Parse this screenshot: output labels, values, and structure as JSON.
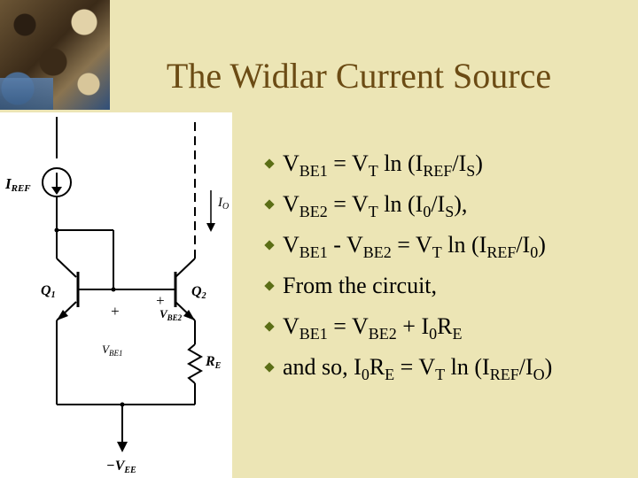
{
  "title": "The Widlar Current Source",
  "colors": {
    "background": "#ece5b5",
    "title": "#6b4b14",
    "bullet_marker": "#5b6e16"
  },
  "bullets": [
    [
      {
        "t": "V"
      },
      {
        "s": "BE1"
      },
      {
        "t": " = V"
      },
      {
        "s": "T"
      },
      {
        "t": " ln (I"
      },
      {
        "s": "REF"
      },
      {
        "t": "/I"
      },
      {
        "s": "S"
      },
      {
        "t": ")"
      }
    ],
    [
      {
        "t": "V"
      },
      {
        "s": "BE2"
      },
      {
        "t": " = V"
      },
      {
        "s": "T"
      },
      {
        "t": " ln (I"
      },
      {
        "s": "0"
      },
      {
        "t": "/I"
      },
      {
        "s": "S"
      },
      {
        "t": "),"
      }
    ],
    [
      {
        "t": "V"
      },
      {
        "s": "BE1"
      },
      {
        "t": " - V"
      },
      {
        "s": "BE2"
      },
      {
        "t": " = V"
      },
      {
        "s": "T"
      },
      {
        "t": " ln (I"
      },
      {
        "s": "REF"
      },
      {
        "t": "/I"
      },
      {
        "s": "0"
      },
      {
        "t": ")"
      }
    ],
    [
      {
        "t": "From the circuit,"
      }
    ],
    [
      {
        "t": "V"
      },
      {
        "s": "BE1"
      },
      {
        "t": " = V"
      },
      {
        "s": "BE2"
      },
      {
        "t": " + I"
      },
      {
        "s": "0"
      },
      {
        "t": "R"
      },
      {
        "s": "E"
      }
    ],
    [
      {
        "t": "and so, I"
      },
      {
        "s": "0"
      },
      {
        "t": "R"
      },
      {
        "s": "E"
      },
      {
        "t": " = V"
      },
      {
        "s": "T"
      },
      {
        "t": " ln (I"
      },
      {
        "s": "REF"
      },
      {
        "t": "/I"
      },
      {
        "s": "O"
      },
      {
        "t": ")"
      }
    ]
  ],
  "circuit": {
    "iref_main": "I",
    "iref_sub": "REF",
    "io_main": "I",
    "io_sub": "O",
    "q1_main": "Q",
    "q1_sub": "1",
    "q2_main": "Q",
    "q2_sub": "2",
    "plus": "+",
    "vbe2_main": "V",
    "vbe2_sub": "BE2",
    "vbe1_main": "V",
    "vbe1_sub": "BE1",
    "re_main": "R",
    "re_sub": "E",
    "vee_main": "−V",
    "vee_sub": "EE"
  }
}
